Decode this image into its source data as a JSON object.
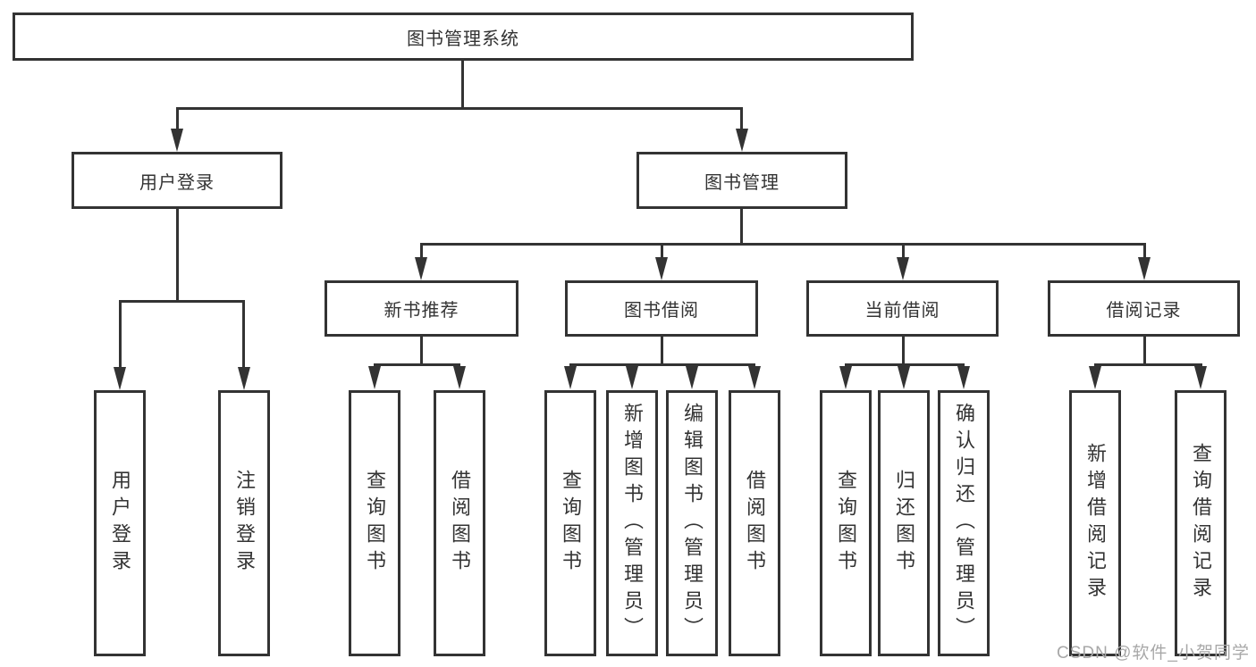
{
  "diagram": {
    "root": {
      "label": "图书管理系统"
    },
    "level2": [
      {
        "id": "user-login",
        "label": "用户登录"
      },
      {
        "id": "book-management",
        "label": "图书管理"
      }
    ],
    "level3": [
      {
        "id": "new-book-recommend",
        "label": "新书推荐"
      },
      {
        "id": "book-borrow",
        "label": "图书借阅"
      },
      {
        "id": "current-borrow",
        "label": "当前借阅"
      },
      {
        "id": "borrow-records",
        "label": "借阅记录"
      }
    ],
    "leaves": {
      "user_login": [
        "用户登录",
        "注销登录"
      ],
      "new_books": [
        "查询图书",
        "借阅图书"
      ],
      "book_borrow": [
        "查询图书",
        "新增图书（管理员）",
        "编辑图书（管理员）",
        "借阅图书"
      ],
      "current_borrow": [
        "查询图书",
        "归还图书",
        "确认归还（管理员）"
      ],
      "borrow_records": [
        "新增借阅记录",
        "查询借阅记录"
      ]
    }
  },
  "watermark": {
    "text": "CSDN @软件_小贺同学"
  },
  "colors": {
    "line": "#333333",
    "text": "#333333",
    "watermark": "#a8a8a8",
    "background": "#ffffff"
  }
}
